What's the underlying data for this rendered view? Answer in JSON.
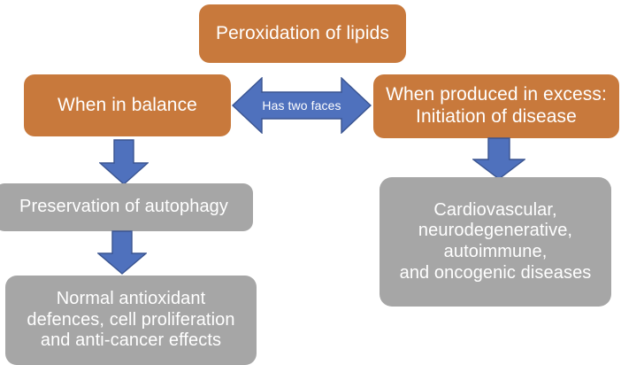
{
  "diagram": {
    "title": "Peroxidation of lipids - two faces flowchart",
    "colors": {
      "orange": "#c8793c",
      "gray": "#a6a6a6",
      "blue": "#4f71bd",
      "blue_border": "#3a5490",
      "text": "#ffffff",
      "background": "#ffffff"
    },
    "nodes": {
      "peroxidation": "Peroxidation of lipids",
      "balance": "When in balance",
      "excess": "When produced in excess:\nInitiation of disease",
      "autophagy": "Preservation of autophagy",
      "normal": "Normal antioxidant\ndefences, cell proliferation\nand anti-cancer effects",
      "diseases": "Cardiovascular,\nneurodegenerative,\nautoimmune,\nand oncogenic diseases"
    },
    "connectors": {
      "has_two_faces": "Has two faces",
      "balance_to_autophagy": "",
      "autophagy_to_normal": "",
      "excess_to_diseases": ""
    }
  }
}
